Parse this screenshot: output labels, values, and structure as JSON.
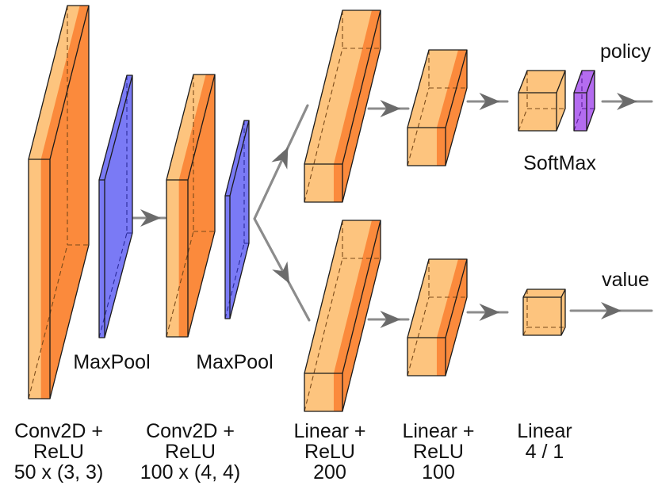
{
  "title": "Policy/Value network architecture",
  "colors": {
    "orange_light": "#FDC47E",
    "orange_dark": "#FB8A3C",
    "blue": "#7A7AF5",
    "purple": "#B46CF0",
    "arrow": "#8C8C8C",
    "arrowhead": "#6B6B6B",
    "edge": "#1a1a1a"
  },
  "layers": [
    {
      "id": "conv1",
      "type": "conv",
      "caption": [
        "Conv2D +",
        "ReLU",
        "50 x (3, 3)"
      ]
    },
    {
      "id": "pool1",
      "type": "pool",
      "caption": [
        "MaxPool"
      ]
    },
    {
      "id": "conv2",
      "type": "conv",
      "caption": [
        "Conv2D +",
        "ReLU",
        "100 x (4, 4)"
      ]
    },
    {
      "id": "pool2",
      "type": "pool",
      "caption": [
        "MaxPool"
      ]
    },
    {
      "id": "policy_fc1",
      "type": "linear",
      "branch": "policy",
      "caption": [
        "Linear +",
        "ReLU",
        "200"
      ]
    },
    {
      "id": "policy_fc2",
      "type": "linear",
      "branch": "policy",
      "caption": [
        "Linear +",
        "ReLU",
        "100"
      ]
    },
    {
      "id": "policy_out",
      "type": "linear",
      "branch": "policy",
      "caption": [
        "Linear",
        "4 / 1"
      ]
    },
    {
      "id": "softmax",
      "type": "softmax",
      "branch": "policy",
      "caption": [
        "SoftMax"
      ]
    },
    {
      "id": "value_fc1",
      "type": "linear",
      "branch": "value"
    },
    {
      "id": "value_fc2",
      "type": "linear",
      "branch": "value"
    },
    {
      "id": "value_out",
      "type": "linear",
      "branch": "value"
    }
  ],
  "labels": {
    "conv1": [
      "Conv2D +",
      "ReLU",
      "50 x (3, 3)"
    ],
    "conv2": [
      "Conv2D +",
      "ReLU",
      "100 x (4, 4)"
    ],
    "fc200": [
      "Linear +",
      "ReLU",
      "200"
    ],
    "fc100": [
      "Linear +",
      "ReLU",
      "100"
    ],
    "out": [
      "Linear",
      "4 / 1"
    ],
    "pool1": "MaxPool",
    "pool2": "MaxPool",
    "softmax": "SoftMax",
    "policy": "policy",
    "value": "value"
  }
}
